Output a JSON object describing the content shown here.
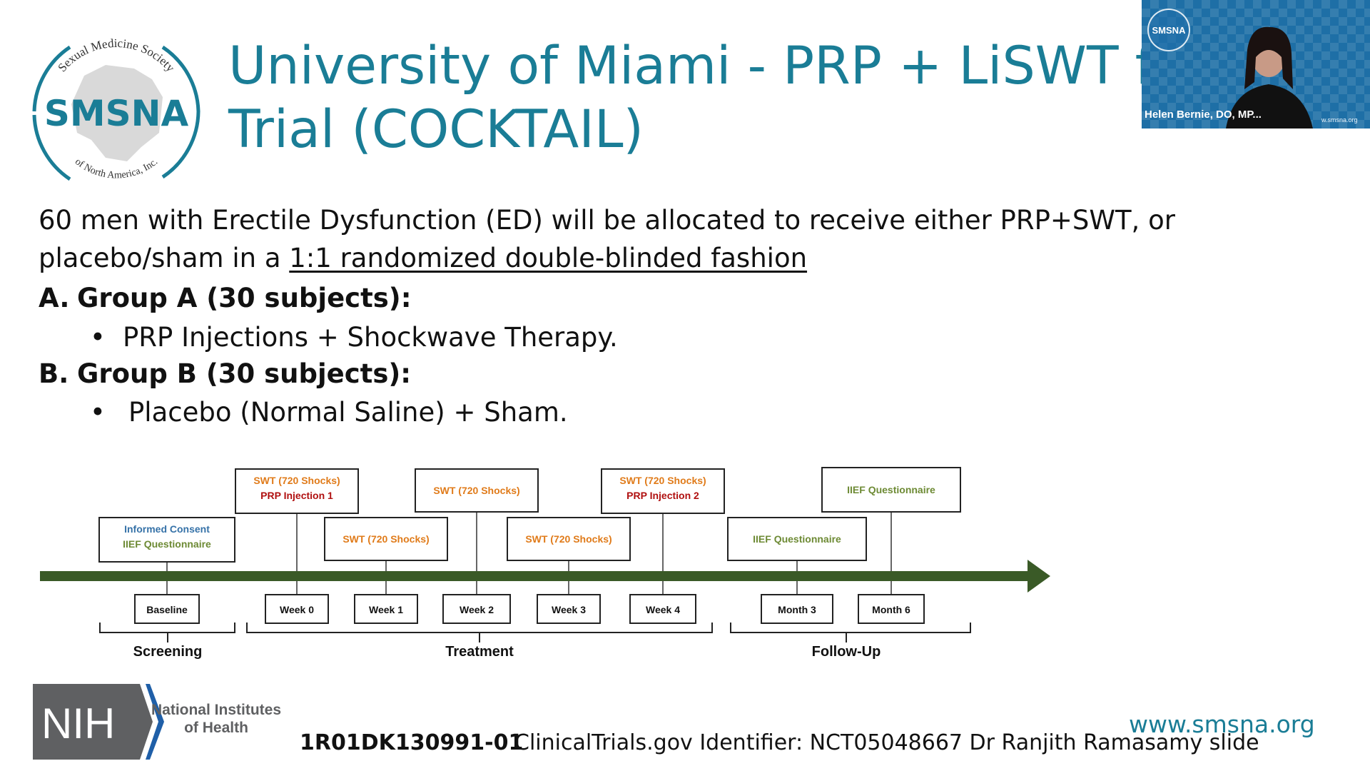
{
  "logo": {
    "org": "SMSNA",
    "arc_top": "Sexual Medicine Society",
    "arc_bottom": "of North America, Inc.",
    "color": "#1a7d96"
  },
  "title": {
    "line1": "University of Miami - PRP + LiSWT for",
    "line2": "Trial (COCKTAIL)",
    "color": "#1a7d96"
  },
  "video": {
    "badge": "SMSNA",
    "speaker": "Helen Bernie, DO, MP...",
    "url": "w.smsna.org",
    "bg_color": "#1e6fa6"
  },
  "body": {
    "line1": "60 men with Erectile Dysfunction (ED) will be allocated to receive either PRP+SWT, or",
    "line2_prefix": "placebo/sham in a ",
    "line2_underlined": "1:1 randomized double-blinded fashion",
    "group_a_label": "A.",
    "group_a": "Group A (30 subjects):",
    "group_a_bullet": "PRP Injections + Shockwave Therapy.",
    "group_b_label": "B.",
    "group_b": "Group B (30 subjects):",
    "group_b_bullet": "Placebo (Normal Saline) + Sham.",
    "bullet": "•"
  },
  "timeline": {
    "arrow_color": "#3a5a27",
    "milestones": [
      {
        "label": "Baseline",
        "events": [
          "Informed Consent",
          "IIEF Questionnaire"
        ],
        "event_colors": [
          "#3672a8",
          "#6d8a34"
        ]
      },
      {
        "label": "Week 0",
        "events": [
          "SWT (720 Shocks)",
          "PRP Injection 1"
        ],
        "event_colors": [
          "#e07b1a",
          "#b01010"
        ]
      },
      {
        "label": "Week 1",
        "events": [
          "SWT (720 Shocks)"
        ],
        "event_colors": [
          "#e07b1a"
        ]
      },
      {
        "label": "Week 2",
        "events": [
          "SWT (720 Shocks)"
        ],
        "event_colors": [
          "#e07b1a"
        ]
      },
      {
        "label": "Week 3",
        "events": [
          "SWT (720 Shocks)"
        ],
        "event_colors": [
          "#e07b1a"
        ]
      },
      {
        "label": "Week 4",
        "events": [
          "SWT (720 Shocks)",
          "PRP Injection 2"
        ],
        "event_colors": [
          "#e07b1a",
          "#b01010"
        ]
      },
      {
        "label": "Month 3",
        "events": [
          "IIEF Questionnaire"
        ],
        "event_colors": [
          "#6d8a34"
        ]
      },
      {
        "label": "Month 6",
        "events": [
          "IIEF Questionnaire"
        ],
        "event_colors": [
          "#6d8a34"
        ]
      }
    ],
    "phases": [
      "Screening",
      "Treatment",
      "Follow-Up"
    ]
  },
  "nih": {
    "abbr": "NIH",
    "name_line1": "National Institutes",
    "name_line2": "of Health"
  },
  "footer": {
    "grant": "1R01DK130991-01",
    "trial": "ClinicalTrials.gov Identifier: NCT05048667 Dr Ranjith Ramasamy slide",
    "url": "www.smsna.org"
  }
}
